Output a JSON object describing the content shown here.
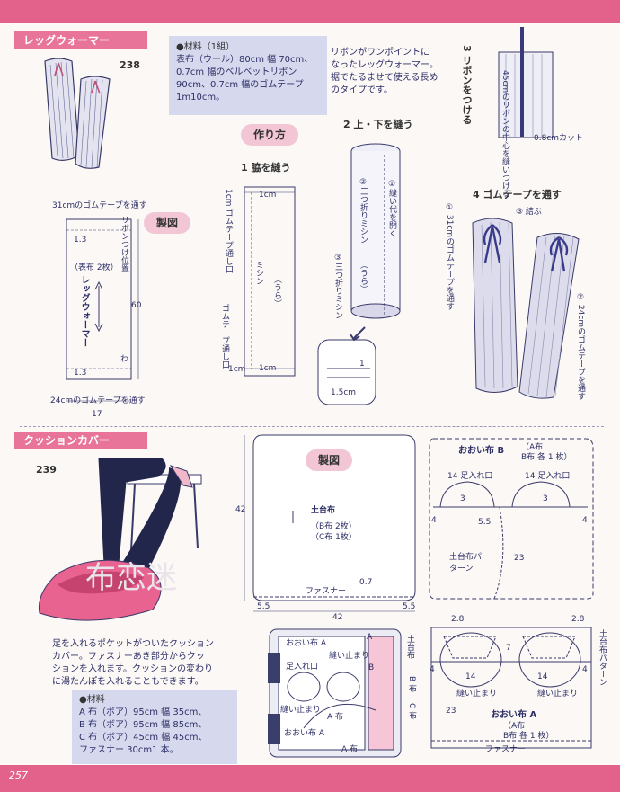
{
  "page": {
    "number": "257",
    "watermark": "布恋迷"
  },
  "leg": {
    "title": "レッグウォーマー",
    "item_no": "238",
    "materials": {
      "heading": "●材料（1組）",
      "lines": [
        "表布（ウール）80cm 幅 70cm、",
        "0.7cm 幅のベルベットリボン",
        "90cm、0.7cm 幅のゴムテープ",
        "1m10cm。"
      ]
    },
    "blurb": [
      "リボンがワンポイントに",
      "なったレッグウォーマー。",
      "裾でたるませて使える長め",
      "のタイプです。"
    ],
    "how_to": "作り方",
    "pattern_title": "製図",
    "pattern": {
      "top_note": "31cmのゴムテープを通す",
      "ribbon_pos": "リボンつけ位置",
      "piece": "（表布 2枚）",
      "name": "レッグウォーマー",
      "top_seam": "1.3",
      "bottom_seam": "1.3",
      "height": "60",
      "fold": "わ",
      "bottom_note": "24cmのゴムテープを通す",
      "width": "17"
    },
    "step1": {
      "title": "1 脇を縫う",
      "gomu_top": "1cm ゴムテープ通し口",
      "gomu_bottom": "ゴムテープ通し口",
      "top_mark": "1cm",
      "bottom_mark": "1cm",
      "bottom_left": "1cm",
      "stitch": "ミシン",
      "ura": "（うら）"
    },
    "step2": {
      "title": "2 上・下を縫う",
      "open": "①縫い代を開く",
      "fold1": "②三つ折りミシン",
      "fold2": "③三つ折りミシン",
      "ura": "（うら）",
      "detail_1": "1",
      "detail_15": "1.5cm"
    },
    "step3": {
      "title": "3 リボンをつける",
      "note": "45cmのリボンの中心を縫いつける",
      "cut": "0.8cmカット"
    },
    "step4": {
      "title": "4 ゴムテープを通す",
      "left": "① 31cmのゴムテープを通す",
      "tie": "③ 結ぶ",
      "right": "② 24cmのゴムテープを通す"
    }
  },
  "cushion": {
    "title": "クッションカバー",
    "item_no": "239",
    "blurb": [
      "足を入れるポケットがついたクッション",
      "カバー。ファスナーあき部分からクッ",
      "ションを入れます。クッションの変わり",
      "に湯たんぽを入れることもできます。"
    ],
    "materials": {
      "heading": "●材料",
      "lines": [
        "A 布（ボア）95cm 幅 35cm、",
        "B 布（ボア）95cm 幅 85cm、",
        "C 布（ボア）45cm 幅 45cm、",
        "ファスナー 30cm1 本。"
      ]
    },
    "pattern_title": "製図",
    "main": {
      "name": "土台布",
      "pieces": [
        "（B布 2枚）",
        "（C布 1枚）"
      ],
      "height": "42",
      "width": "42",
      "zipper": "ファスナー",
      "zip_measure": "0.7",
      "corner_left": "5.5",
      "corner_right": "5.5"
    },
    "cover_b": {
      "title": "おおい布 B",
      "pieces": [
        "（A布",
        "B布 各 1 枚）"
      ],
      "opening_left": "14 足入れ口",
      "opening_right": "14 足入れ口",
      "dims": [
        "3",
        "3",
        "4",
        "5.5",
        "4"
      ],
      "base_pattern": "土台布パターン",
      "height": "23"
    },
    "cover_a": {
      "title": "おおい布 A",
      "pieces": [
        "（A布",
        "B布 各 1 枚）"
      ],
      "top_left": "2.8",
      "top_right": "2.8",
      "mid": "7",
      "left_edge": "4",
      "w1": "14",
      "w2": "14",
      "right_edge": "4",
      "stop_left": "縫い止まり",
      "stop_right": "縫い止まり",
      "height": "23",
      "zipper": "ファスナー",
      "base_pattern": "土台布パターン"
    },
    "assembly": {
      "cover_a": "おおい布 A",
      "cover_a_bottom": "おおい布 A",
      "stop1": "縫い止まり",
      "stop2": "縫い止まり",
      "opening": "足入れ口",
      "a_label": "A",
      "a_fabric": "A 布",
      "b_label": "B",
      "base": "土台布",
      "b_fabric": "B 布",
      "c_fabric": "C 布"
    }
  }
}
